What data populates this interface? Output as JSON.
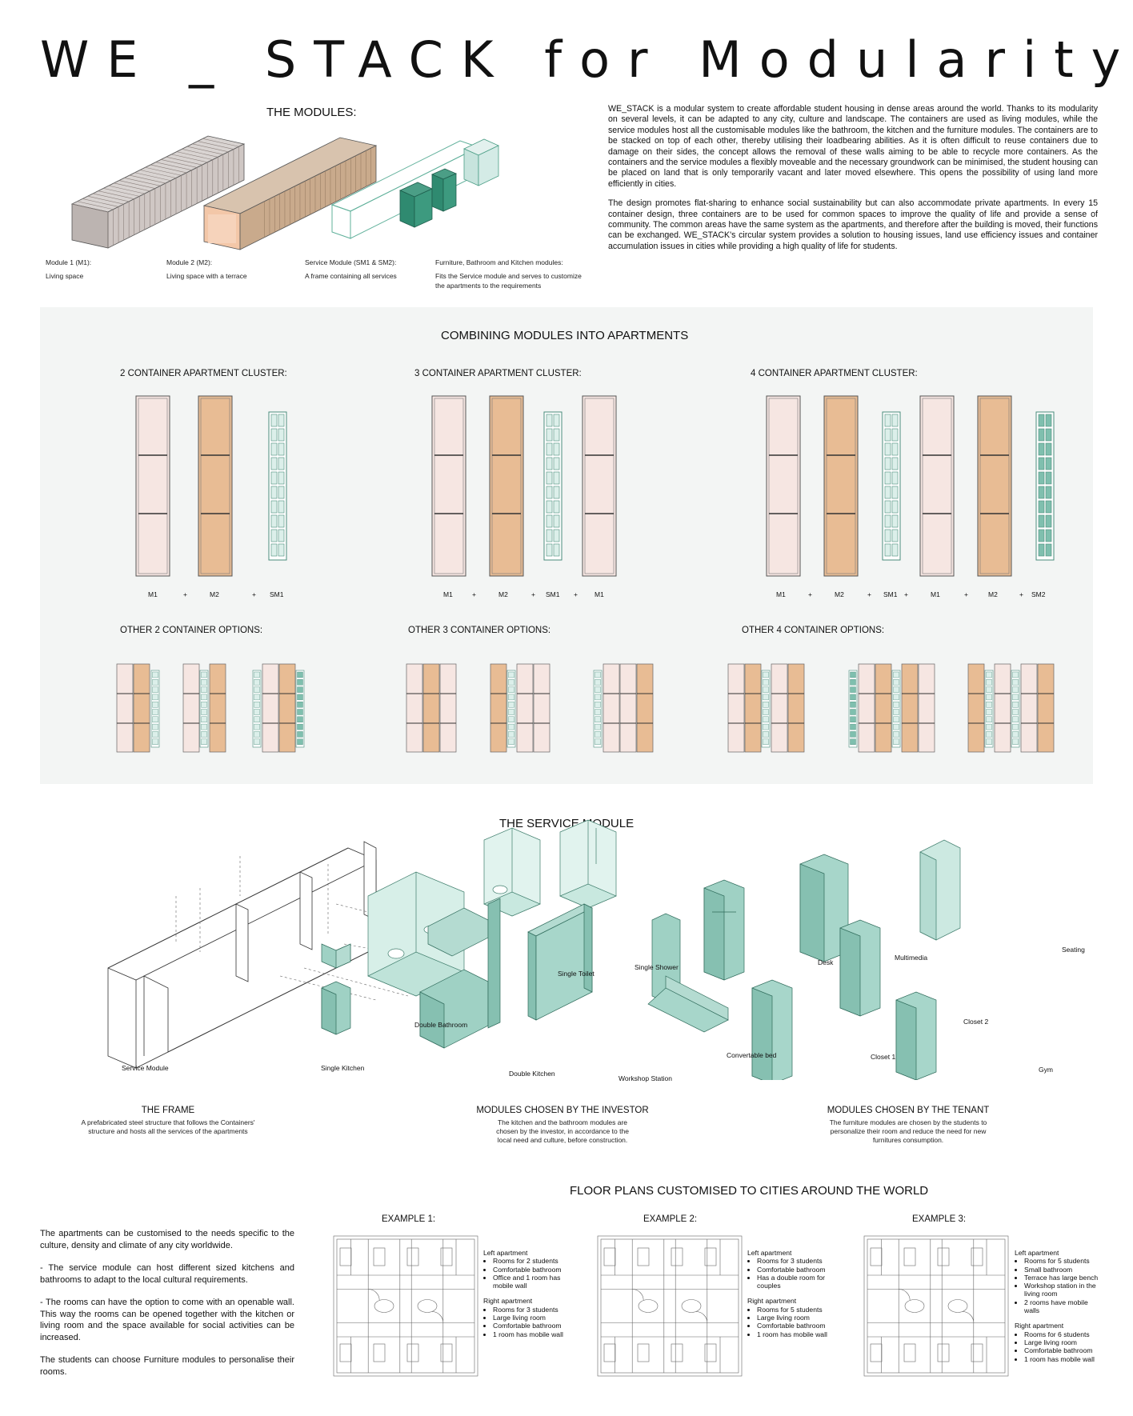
{
  "title": "WE _ STACK for Modularity",
  "modules": {
    "heading": "THE MODULES:",
    "items": [
      {
        "name": "Module 1 (M1):",
        "desc": "Living space"
      },
      {
        "name": "Module 2 (M2):",
        "desc": "Living space with a terrace"
      },
      {
        "name": "Service Module (SM1 & SM2):",
        "desc": "A frame containing all services"
      },
      {
        "name": "Furniture, Bathroom and Kitchen modules:",
        "desc": "Fits the Service module and serves to customize the apartments to the requirements"
      }
    ]
  },
  "intro": {
    "p1": "WE_STACK is a modular system to create affordable student housing in dense areas around the world. Thanks to its modularity on several levels, it can be adapted to any city, culture and landscape. The containers are used as living modules, while the service modules host all the customisable modules like the bathroom, the kitchen and the furniture modules. The containers are to be stacked on top of each other, thereby utilising their loadbearing abilities. As it is often difficult to reuse containers due to damage on their sides, the concept allows the removal of these walls aiming to be able to recycle more containers. As the containers and the service modules a flexibly moveable and the necessary groundwork can be minimised, the student housing can be placed on land that is only temporarily vacant and later moved elsewhere. This opens the possibility of using land more efficiently in cities.",
    "p2": "The design promotes flat-sharing to enhance social sustainability but can also accommodate private apartments. In every 15 container design, three containers are to be used for common spaces to improve the quality of life and provide a sense of community. The common areas have the same system as the apartments, and therefore after the building is moved, their functions can be exchanged. WE_STACK's circular system provides a solution to housing issues, land use efficiency issues and container accumulation issues in cities while providing a high quality of life for students."
  },
  "combining": {
    "heading": "COMBINING MODULES INTO APARTMENTS",
    "clusters": [
      {
        "title": "2 CONTAINER APARTMENT CLUSTER:",
        "labels": [
          "M1",
          "+",
          "M2",
          "+",
          "SM1"
        ]
      },
      {
        "title": "3 CONTAINER APARTMENT CLUSTER:",
        "labels": [
          "M1",
          "+",
          "M2",
          "+",
          "SM1",
          "+",
          "M1"
        ]
      },
      {
        "title": "4 CONTAINER APARTMENT CLUSTER:",
        "labels": [
          "M1",
          "+",
          "M2",
          "+",
          "SM1",
          "+",
          "M1",
          "+",
          "M2",
          "+",
          "SM2"
        ]
      }
    ],
    "options": [
      "OTHER 2 CONTAINER OPTIONS:",
      "OTHER 3 CONTAINER OPTIONS:",
      "OTHER 4 CONTAINER OPTIONS:"
    ]
  },
  "service": {
    "heading": "THE SERVICE MODULE",
    "labels": {
      "service_module": "Service Module",
      "single_kitchen": "Single Kitchen",
      "double_bathroom": "Double Bathroom",
      "single_toilet": "Single Toilet",
      "single_shower": "Single Shower",
      "double_kitchen": "Double Kitchen",
      "workshop": "Workshop Station",
      "desk": "Desk",
      "multimedia": "Multimedia",
      "seating": "Seating",
      "closet2": "Closet 2",
      "convertable_bed": "Convertable bed",
      "closet1": "Closet 1",
      "gym": "Gym"
    },
    "groups": [
      {
        "title": "THE FRAME",
        "desc": "A prefabricated steel structure that follows the Containers' structure and hosts all the services of the apartments"
      },
      {
        "title": "MODULES CHOSEN BY THE INVESTOR",
        "desc": "The kitchen and the bathroom modules are chosen by the investor, in accordance to the local need and culture, before construction."
      },
      {
        "title": "MODULES CHOSEN BY THE TENANT",
        "desc": "The furniture modules are chosen by the students to personalize their room and reduce the need for new furnitures consumption."
      }
    ]
  },
  "floorplans": {
    "heading": "FLOOR PLANS CUSTOMISED TO CITIES AROUND THE WORLD",
    "left_text": [
      "The apartments can be customised to the needs specific to the culture, density and climate of any city worldwide.",
      "- The service module can host different sized kitchens and bathrooms to adapt to the local cultural requirements.",
      "- The rooms can have the option to come with an openable wall. This way the rooms can be opened together with the kitchen or living room and the space available for social activities can be increased.",
      "The students can choose Furniture modules to personalise their rooms."
    ],
    "examples": [
      {
        "title": "EXAMPLE 1:",
        "left_title": "Left apartment",
        "left": [
          "Rooms for 2 students",
          "Comfortable bathroom",
          "Office and 1 room has mobile wall"
        ],
        "right_title": "Right apartment",
        "right": [
          "Rooms for 3 students",
          "Large living room",
          "Comfortable bathroom",
          "1 room has mobile wall"
        ]
      },
      {
        "title": "EXAMPLE 2:",
        "left_title": "Left apartment",
        "left": [
          "Rooms for 3 students",
          "Comfortable bathroom",
          "Has a double room for couples"
        ],
        "right_title": "Right apartment",
        "right": [
          "Rooms for 5 students",
          "Large living room",
          "Comfortable bathroom",
          "1 room has mobile wall"
        ]
      },
      {
        "title": "EXAMPLE 3:",
        "left_title": "Left apartment",
        "left": [
          "Rooms for 5 students",
          "Small bathroom",
          "Terrace has large bench",
          "Workshop station in the living room",
          "2 rooms have mobile walls"
        ],
        "right_title": "Right apartment",
        "right": [
          "Rooms for 6 students",
          "Large living room",
          "Comfortable bathroom",
          "1 room has mobile wall"
        ]
      }
    ]
  },
  "colors": {
    "pink": "#f6e6e2",
    "orange": "#e8bc94",
    "teal": "#7fbfae",
    "dark_teal": "#2f8a70",
    "panel": "#f3f5f4"
  }
}
